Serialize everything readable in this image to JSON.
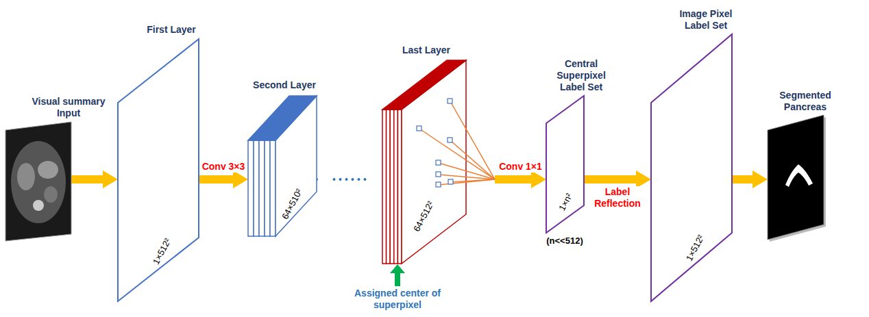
{
  "diagram": {
    "nodes": [
      {
        "text": [
          "Visual summary Input"
        ]
      },
      {
        "text": [
          "First Layer",
          "1×512²"
        ]
      },
      {
        "text": [
          "Second Layer",
          "64×510²"
        ]
      },
      {
        "text": [
          "Last Layer",
          "64×512²"
        ]
      },
      {
        "text": [
          "Central Superpixel Label Set",
          "1×n²"
        ]
      },
      {
        "text": [
          "Image Pixel Label Set",
          "1×512²"
        ]
      },
      {
        "text": [
          "Segmented Pancreas"
        ]
      }
    ],
    "edges": [
      {
        "from": 0,
        "to": 1,
        "arrow": "to"
      },
      {
        "from": 1,
        "to": 2,
        "arrow": "to",
        "label": "Conv 3×3"
      },
      {
        "from": 2,
        "to": 3,
        "arrow": "none"
      },
      {
        "from": 3,
        "to": 4,
        "arrow": "to",
        "label": "Conv 1×1"
      },
      {
        "from": 4,
        "to": 5,
        "arrow": "to",
        "label": "Label Reflection"
      },
      {
        "from": 5,
        "to": 6,
        "arrow": "to"
      }
    ],
    "labels": [
      "(n<<512)",
      "Assigned center of superpixel"
    ]
  }
}
